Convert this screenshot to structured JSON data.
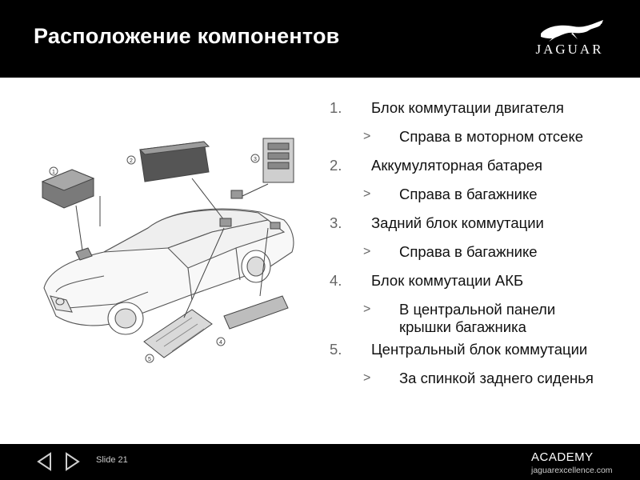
{
  "slide": {
    "title": "Расположение компонентов",
    "brand": "JAGUAR",
    "slide_label": "Slide 21",
    "academy": "ACADEMY",
    "academy_url": "jaguarexcellence.com",
    "accent_color": "#000000"
  },
  "diagram": {
    "callouts": [
      "1",
      "2",
      "3",
      "4",
      "5"
    ]
  },
  "list": {
    "items": [
      {
        "num": "1.",
        "title": "Блок коммутации двигателя",
        "detail": "Справа в моторном отсеке"
      },
      {
        "num": "2.",
        "title": "Аккумуляторная батарея",
        "detail": "Справа в багажнике"
      },
      {
        "num": "3.",
        "title": "Задний блок коммутации",
        "detail": "Справа в багажнике"
      },
      {
        "num": "4.",
        "title": "Блок коммутации АКБ",
        "detail_line1": "В центральной панели",
        "detail_line2": "крышки багажника"
      },
      {
        "num": "5.",
        "title": "Центральный блок коммутации",
        "detail": "За спинкой заднего сиденья"
      }
    ],
    "sub_marker": ">"
  },
  "nav": {
    "prev_icon": "triangle-left-icon",
    "next_icon": "triangle-right-icon"
  }
}
